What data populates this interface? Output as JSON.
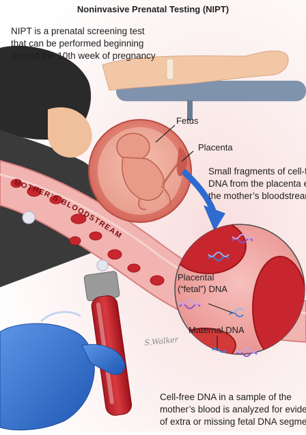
{
  "title": "Noninvasive Prenatal Testing (NIPT)",
  "intro": [
    "NIPT is a prenatal screening test",
    "that can be performed beginning",
    "around the 10th week of pregnancy"
  ],
  "labels": {
    "fetus": "Fetus",
    "placenta": "Placenta",
    "placental_dna_line1": "Placental",
    "placental_dna_line2": "(“fetal”) DNA",
    "maternal_dna": "Maternal DNA",
    "bloodstream": "MOTHER’S BLOODSTREAM"
  },
  "fragments_caption": [
    "Small fragments of cell-free",
    "DNA from the placenta enter",
    "the mother’s bloodstream."
  ],
  "analysis_caption": [
    "Cell-free DNA in a sample of the",
    "mother’s blood is analyzed for evidence",
    "of extra or missing fetal DNA segments."
  ],
  "signature": "S.Walker",
  "colors": {
    "skin": "#f2c7a6",
    "blood": "#c8262f",
    "vessel": "#e9a0a0",
    "uterus": "#e88a7c",
    "glove": "#3d7ad0",
    "arrow": "#2f6bd0",
    "fetal_dna": "#3f7fd8",
    "maternal_dna": "#8e52c9"
  }
}
